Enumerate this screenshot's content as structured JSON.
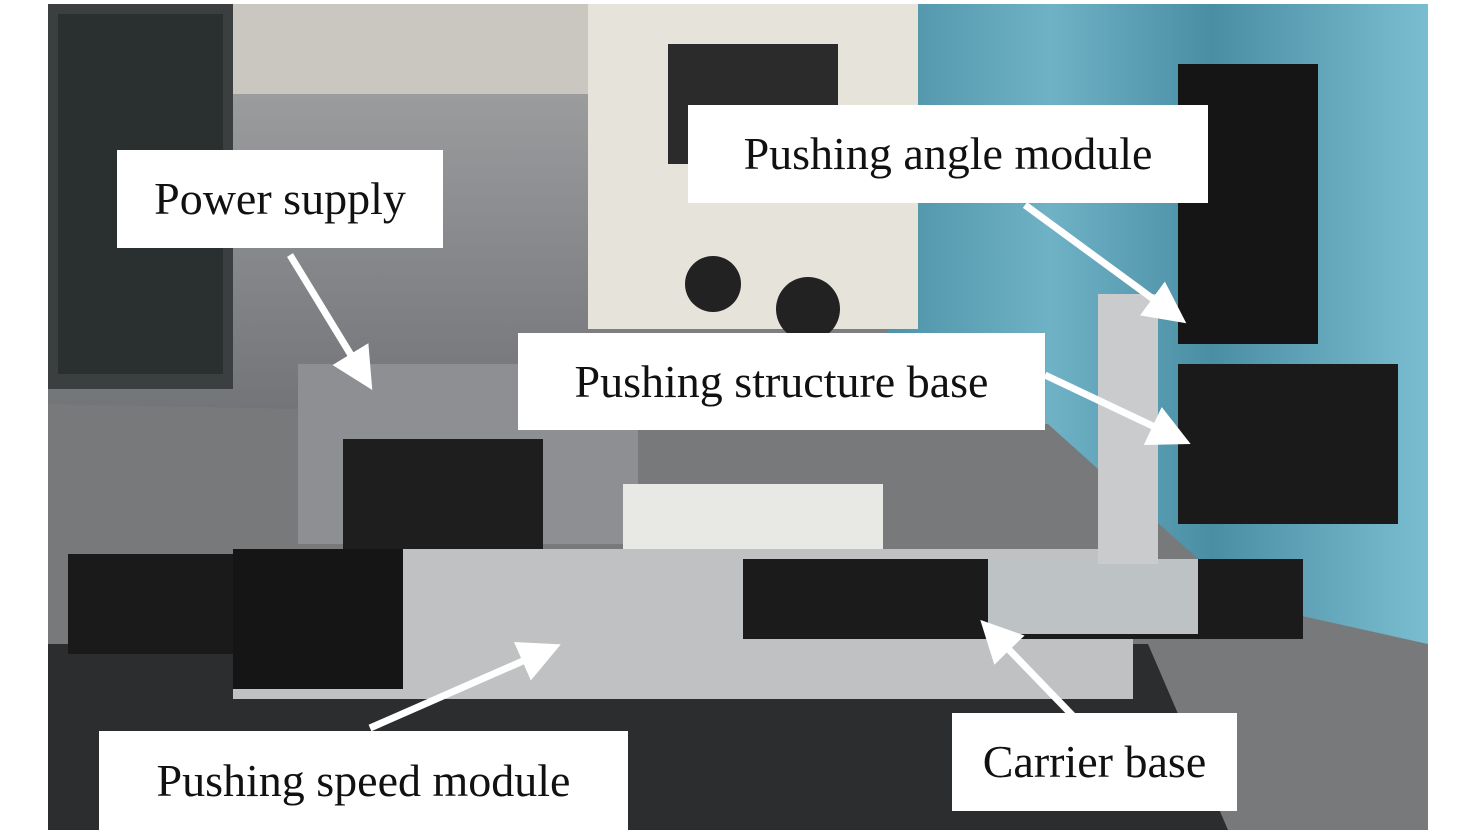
{
  "labels": {
    "power_supply": "Power supply",
    "pushing_angle_module": "Pushing angle module",
    "pushing_structure_base": "Pushing structure base",
    "pushing_speed_module": "Pushing speed module",
    "carrier_base": "Carrier base"
  }
}
